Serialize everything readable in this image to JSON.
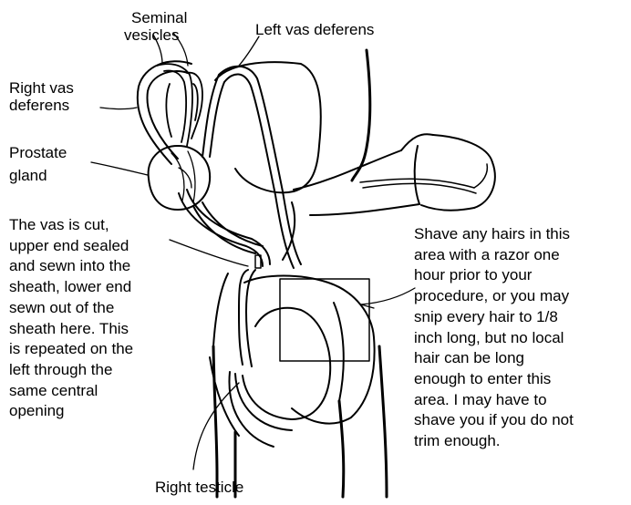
{
  "labels": {
    "seminal_vesicles": [
      "Seminal",
      "vesicles"
    ],
    "left_vas_deferens": "Left vas deferens",
    "right_vas_deferens": [
      "Right vas",
      "deferens"
    ],
    "prostate_gland": [
      "Prostate",
      "gland"
    ],
    "right_testicle": "Right testicle"
  },
  "notes": {
    "vas_cut": [
      "The vas is cut,",
      "upper end sealed",
      "and sewn into the",
      "sheath, lower end",
      "sewn out of the",
      "sheath here. This",
      "is repeated on the",
      "left through the",
      "same central",
      "opening"
    ],
    "shave": [
      "Shave any hairs in this",
      "area with a razor one",
      "hour prior to your",
      "procedure, or you may",
      "snip every hair to 1/8",
      "inch long,  but no local",
      "hair can be long",
      "enough to enter this",
      "area. I may have to",
      "shave you if you do not",
      "trim enough."
    ]
  }
}
